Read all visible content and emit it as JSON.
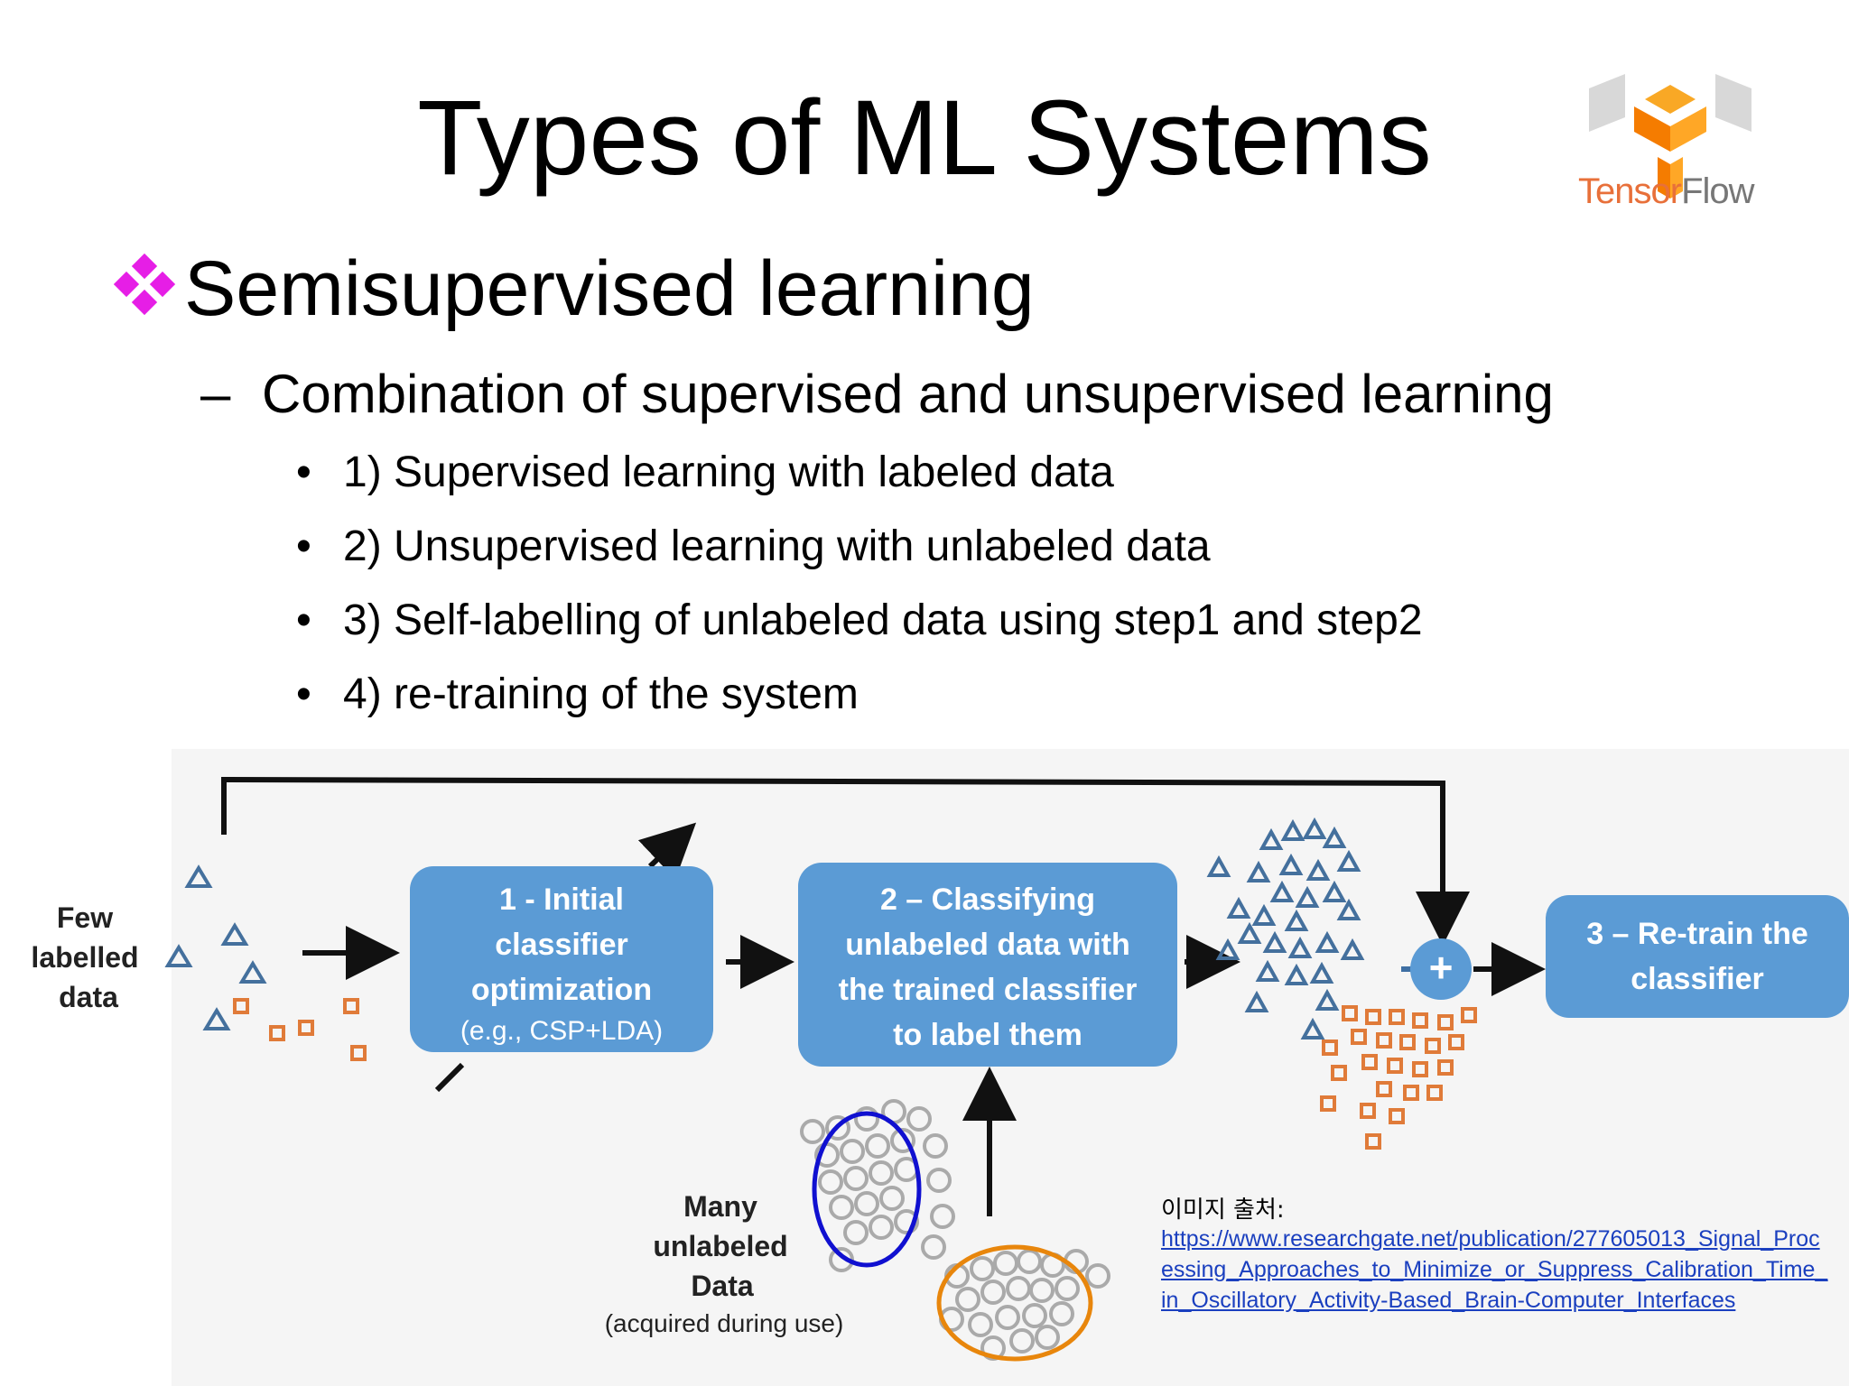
{
  "slide": {
    "title": "Types of ML Systems",
    "logo": {
      "icon": "tensorflow-logo-icon",
      "word_part1": "Tensor",
      "word_part2": "Flow"
    },
    "bullet": {
      "icon": "diamond-bullet-icon",
      "color": "#e61ee6",
      "text": "Semisupervised learning"
    },
    "sub_bullet": {
      "marker": "–",
      "text": "Combination of supervised and unsupervised learning"
    },
    "steps": [
      {
        "marker": "•",
        "text": "1) Supervised learning with labeled data"
      },
      {
        "marker": "•",
        "text": "2) Unsupervised learning with unlabeled data"
      },
      {
        "marker": "•",
        "text": "3) Self-labelling of unlabeled data using step1 and step2"
      },
      {
        "marker": "•",
        "text": "4) re-training of the system"
      }
    ]
  },
  "diagram": {
    "colors": {
      "box": "#5b9bd5",
      "triangle": "#44709d",
      "square": "#e07b39",
      "blue_ring": "#1010d0",
      "orange_ring": "#e8860c"
    },
    "few_labelled": [
      "Few",
      "labelled",
      "data"
    ],
    "box1": [
      "1 - Initial",
      "classifier",
      "optimization",
      "(e.g., CSP+LDA)"
    ],
    "box2": [
      "2 – Classifying",
      "unlabeled data with",
      "the trained classifier",
      "to label them"
    ],
    "box3": [
      "3 – Re-train the",
      "classifier"
    ],
    "plus_symbol": "+",
    "many_unlabeled": [
      "Many",
      "unlabeled",
      "Data",
      "(acquired during use)"
    ]
  },
  "source": {
    "label": "이미지 출처:",
    "url": "https://www.researchgate.net/publication/277605013_Signal_Processing_Approaches_to_Minimize_or_Suppress_Calibration_Time_in_Oscillatory_Activity-Based_Brain-Computer_Interfaces"
  }
}
